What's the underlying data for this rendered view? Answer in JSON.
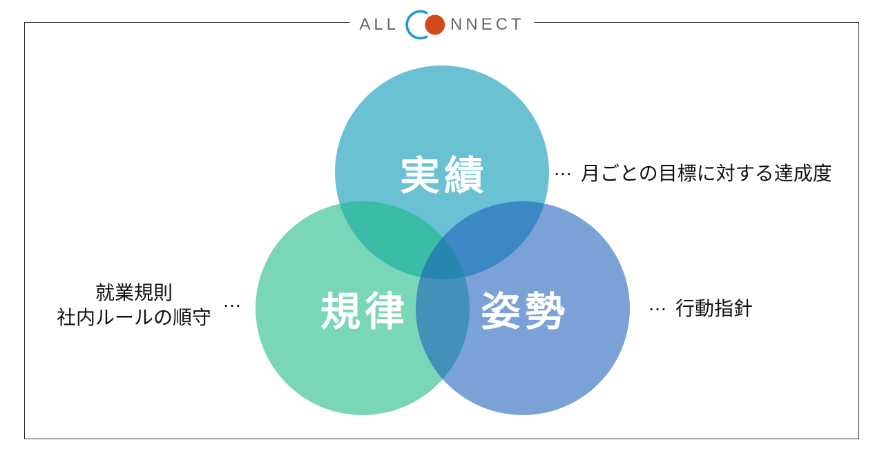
{
  "logo": {
    "text_before": "ALL",
    "text_after": "NNECT",
    "ring_color": "#1b9ad2",
    "dot_color": "#d2491c"
  },
  "venn": {
    "circles": [
      {
        "id": "achievement",
        "label": "実績",
        "fill": "rgba(0, 148, 181, 0.58)"
      },
      {
        "id": "discipline",
        "label": "規律",
        "fill": "rgba(24, 184, 133, 0.58)"
      },
      {
        "id": "attitude",
        "label": "姿勢",
        "fill": "rgba(26, 95, 186, 0.58)"
      }
    ]
  },
  "annotations": {
    "achievement": {
      "prefix": "…",
      "text": "月ごとの目標に対する達成度"
    },
    "attitude": {
      "prefix": "…",
      "text": "行動指針"
    },
    "discipline": {
      "lines": [
        "就業規則",
        "社内ルールの順守"
      ],
      "suffix": "…"
    }
  },
  "colors": {
    "frame_border": "#2a2a2a",
    "annotation_text": "#111111",
    "circle_label_text": "#ffffff",
    "logo_letter_gray": "#63676b"
  }
}
